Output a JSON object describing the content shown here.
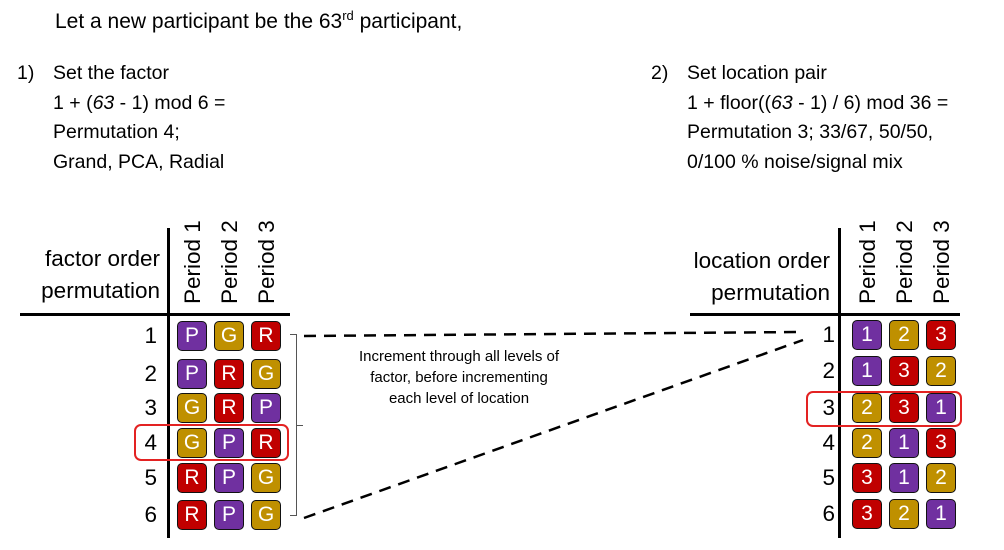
{
  "intro": {
    "before": "Let a new participant be the 63",
    "sup": "rd",
    "after": " participant,"
  },
  "step1": {
    "num": "1)",
    "title": "Set the factor",
    "formula_pre": "1 + (",
    "formula_var": "63",
    "formula_post": " - 1) mod 6 =",
    "result": "Permutation 4;",
    "values": "Grand, PCA, Radial"
  },
  "step2": {
    "num": "2)",
    "title": "Set location pair",
    "formula_pre": "1 + floor((",
    "formula_var": "63",
    "formula_post": " - 1) / 6) mod 36 =",
    "result": "Permutation 3;  33/67, 50/50,",
    "values": "0/100 % noise/signal mix"
  },
  "factor_table": {
    "title_line1": "factor order",
    "title_line2": "permutation",
    "periods": [
      "Period 1",
      "Period 2",
      "Period 3"
    ],
    "rows": [
      {
        "num": "1",
        "cells": [
          "P",
          "G",
          "R"
        ]
      },
      {
        "num": "2",
        "cells": [
          "P",
          "R",
          "G"
        ]
      },
      {
        "num": "3",
        "cells": [
          "G",
          "R",
          "P"
        ]
      },
      {
        "num": "4",
        "cells": [
          "G",
          "P",
          "R"
        ]
      },
      {
        "num": "5",
        "cells": [
          "R",
          "P",
          "G"
        ]
      },
      {
        "num": "6",
        "cells": [
          "R",
          "P",
          "G"
        ]
      }
    ],
    "highlight_row": 4
  },
  "location_table": {
    "title_line1": "location order",
    "title_line2": "permutation",
    "periods": [
      "Period 1",
      "Period 2",
      "Period 3"
    ],
    "rows": [
      {
        "num": "1",
        "cells": [
          "1",
          "2",
          "3"
        ]
      },
      {
        "num": "2",
        "cells": [
          "1",
          "3",
          "2"
        ]
      },
      {
        "num": "3",
        "cells": [
          "2",
          "3",
          "1"
        ]
      },
      {
        "num": "4",
        "cells": [
          "2",
          "1",
          "3"
        ]
      },
      {
        "num": "5",
        "cells": [
          "3",
          "1",
          "2"
        ]
      },
      {
        "num": "6",
        "cells": [
          "3",
          "2",
          "1"
        ]
      }
    ],
    "highlight_row": 3
  },
  "note": {
    "line1": "Increment through all levels of",
    "line2": "factor, before incrementing",
    "line3": "each level of location"
  },
  "colors": {
    "P": "#7030a0",
    "G": "#bf9000",
    "R": "#c00000",
    "1": "#7030a0",
    "2": "#bf9000",
    "3": "#c00000",
    "highlight": "#e32222"
  }
}
